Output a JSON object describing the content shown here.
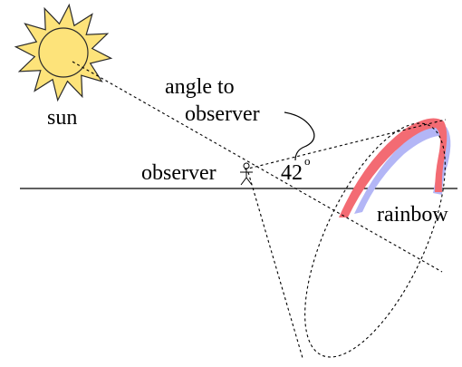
{
  "labels": {
    "sun": "sun",
    "angle_line1": "angle to",
    "angle_line2": "observer",
    "observer": "observer",
    "angle_value": "42",
    "angle_degree": "o",
    "rainbow": "rainbow"
  },
  "colors": {
    "sun_fill": "#fde37a",
    "sun_stroke": "#2a2a2a",
    "rainbow_red": "#f36b73",
    "rainbow_violet": "#b3b6f6",
    "line": "#000000",
    "background": "#ffffff"
  }
}
